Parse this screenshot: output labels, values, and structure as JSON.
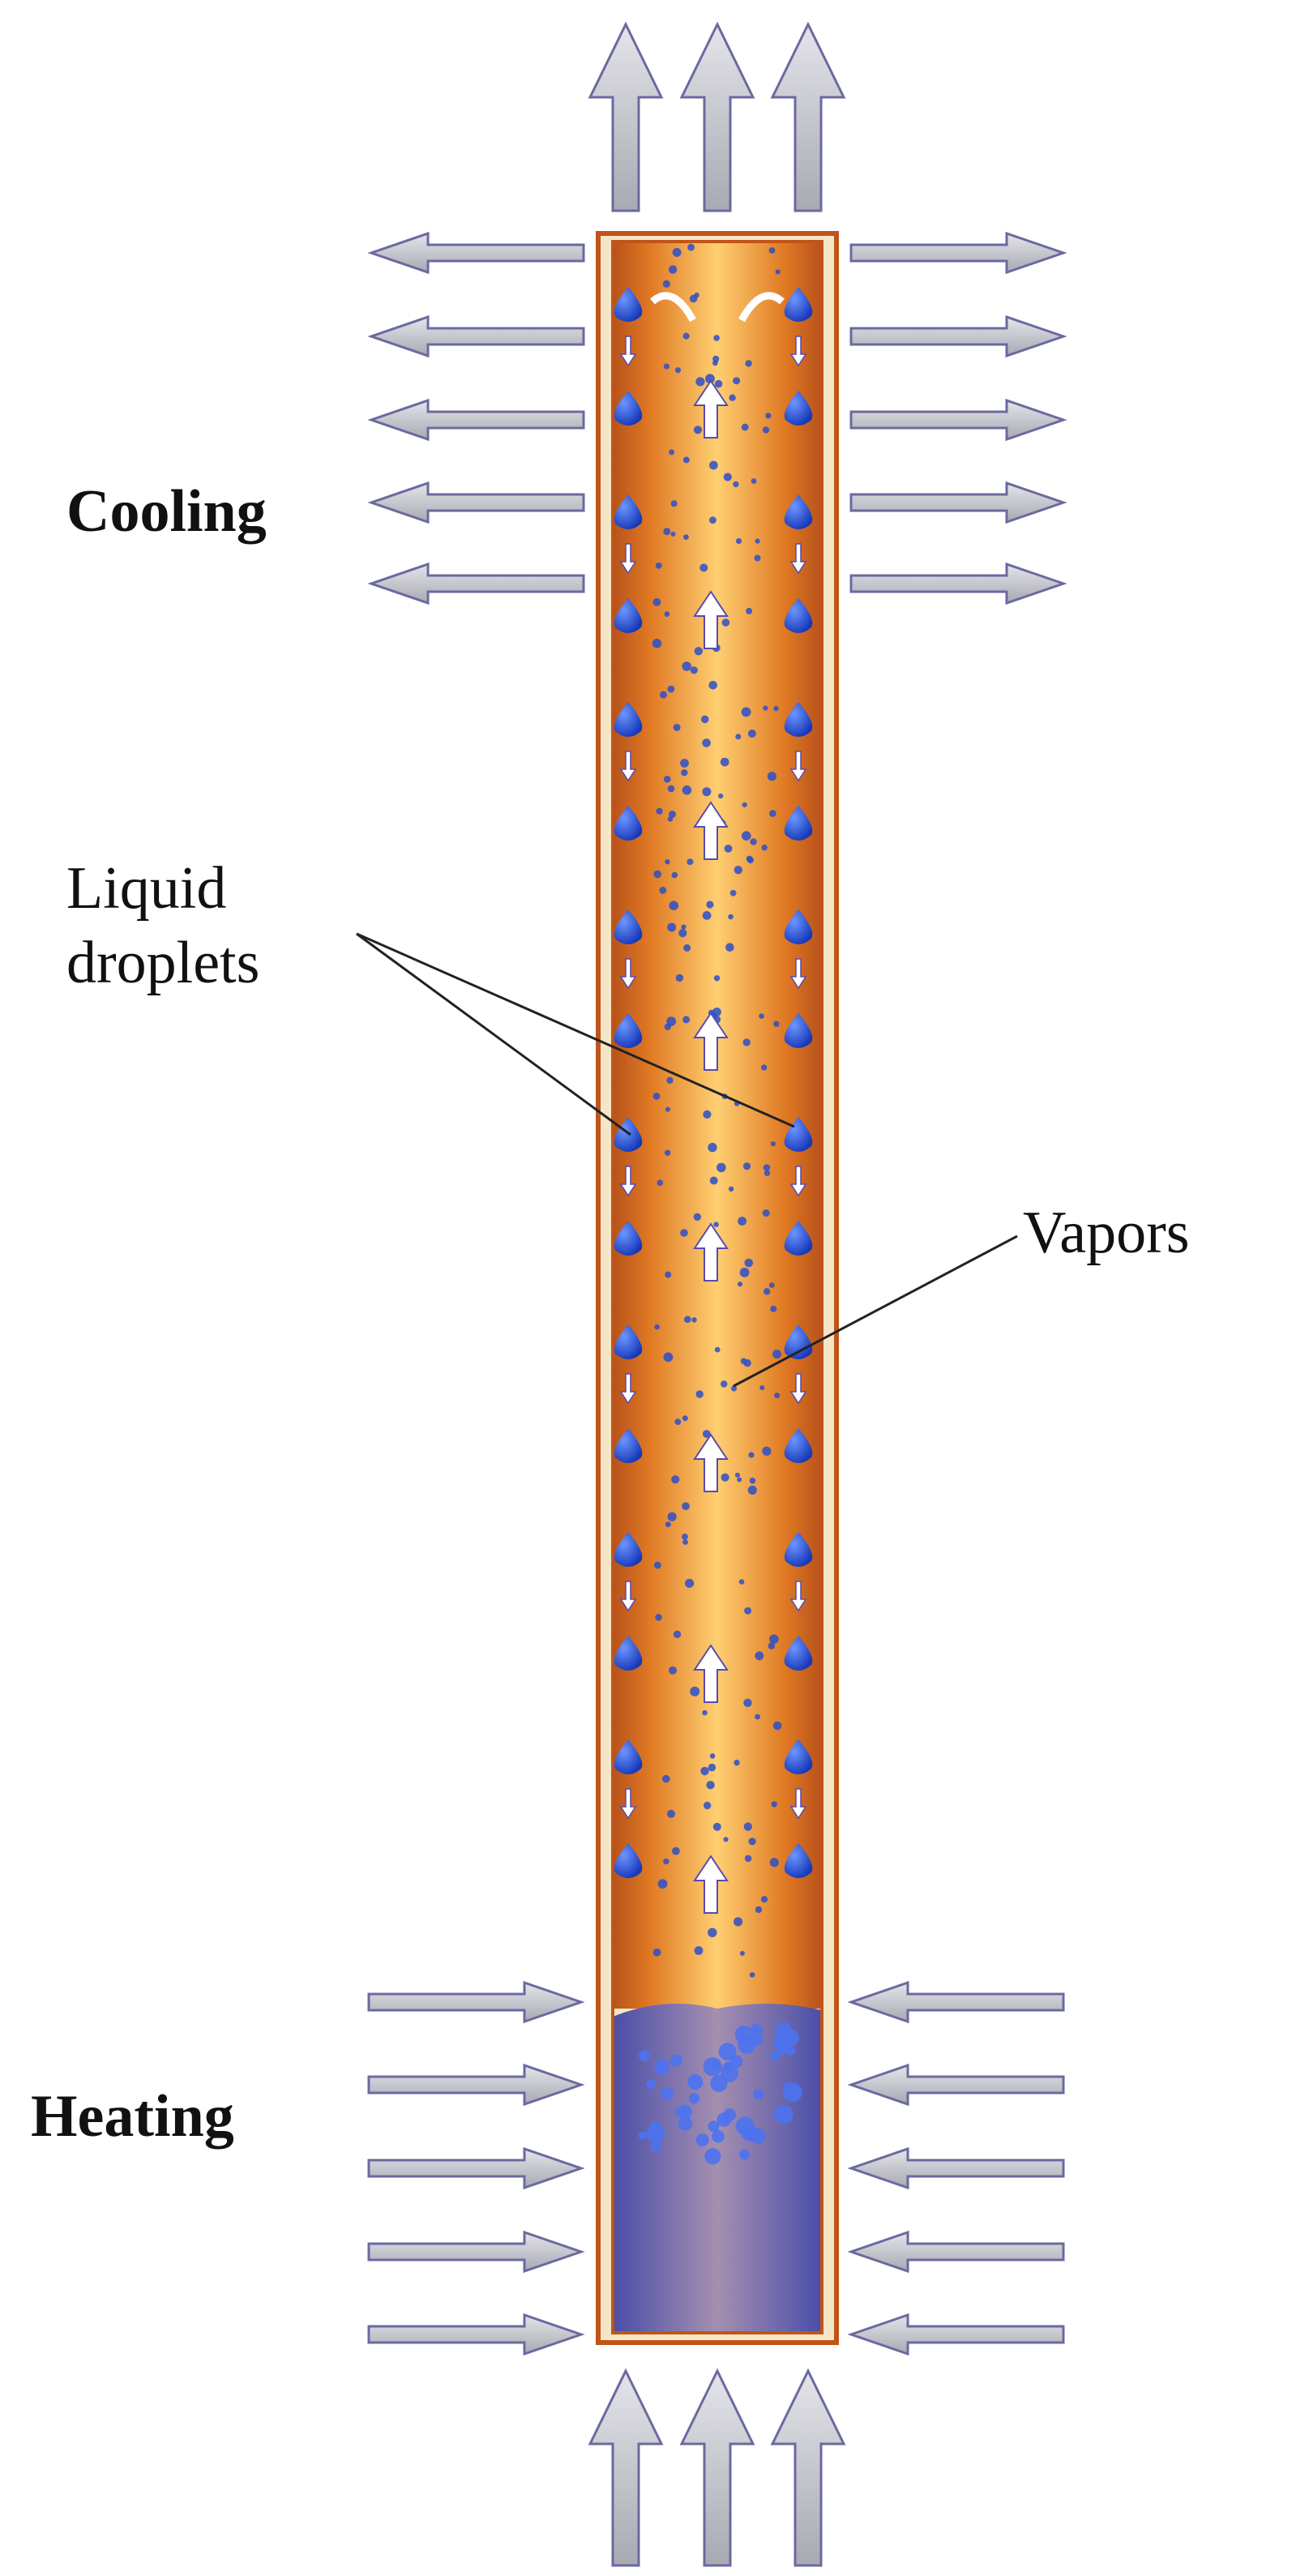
{
  "labels": {
    "cooling": "Cooling",
    "heating": "Heating",
    "liquid_line1": "Liquid",
    "liquid_line2": "droplets",
    "vapors": "Vapors"
  },
  "icons": {
    "cooling_arrows": "arrow-outward-icon",
    "heating_arrows": "arrow-inward-icon",
    "vapor_arrows": "arrow-up-icon",
    "condensate_arrows": "arrow-down-icon"
  },
  "colors": {
    "pipe_copper": "#e07a24",
    "pipe_highlight": "#ffd27a",
    "pipe_outline": "#c0551a",
    "liquid_pool": "#8e7fb0",
    "droplets": "#1f4fd6",
    "arrow_fill": "#c9c9cf",
    "arrow_outline": "#6a6aa0"
  }
}
